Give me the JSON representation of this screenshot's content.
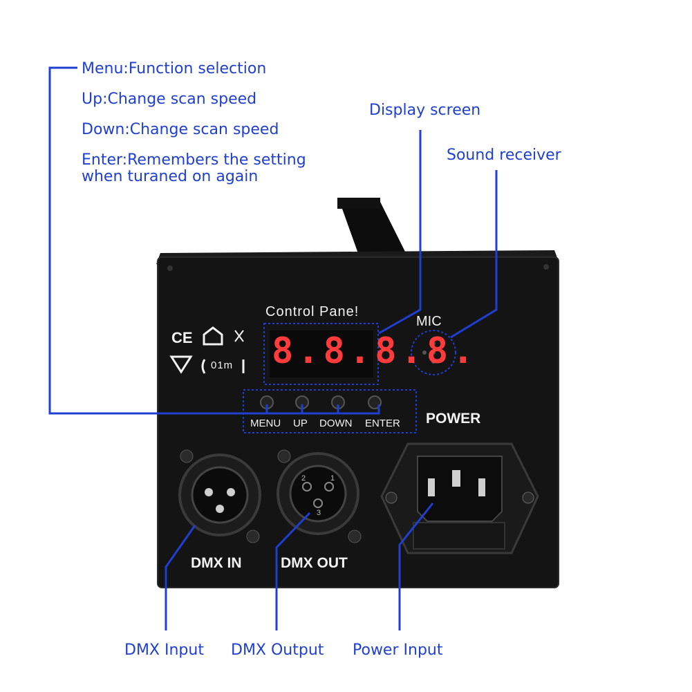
{
  "callouts": {
    "menu": "Menu:Function selection",
    "up": "Up:Change scan speed",
    "down": "Down:Change scan speed",
    "enter_line1": "Enter:Remembers the setting",
    "enter_line2": "when turaned on again",
    "display": "Display screen",
    "sound": "Sound receiver",
    "dmx_input": "DMX Input",
    "dmx_output": "DMX Output",
    "power_input": "Power Input"
  },
  "panel": {
    "title": "Control Pane!",
    "display_digits": "8.8.8.8.",
    "mic": "MIC",
    "power": "POWER",
    "buttons": [
      "MENU",
      "UP",
      "DOWN",
      "ENTER"
    ],
    "dmx_in": "DMX IN",
    "dmx_out": "DMX OUT",
    "cert_ce": "CE",
    "cert_distance": "01m",
    "xlr_pins": [
      "2",
      "1",
      "3"
    ]
  },
  "colors": {
    "callout": "#1f3fd1",
    "device": "#141414",
    "display": "#ff3b3b"
  }
}
